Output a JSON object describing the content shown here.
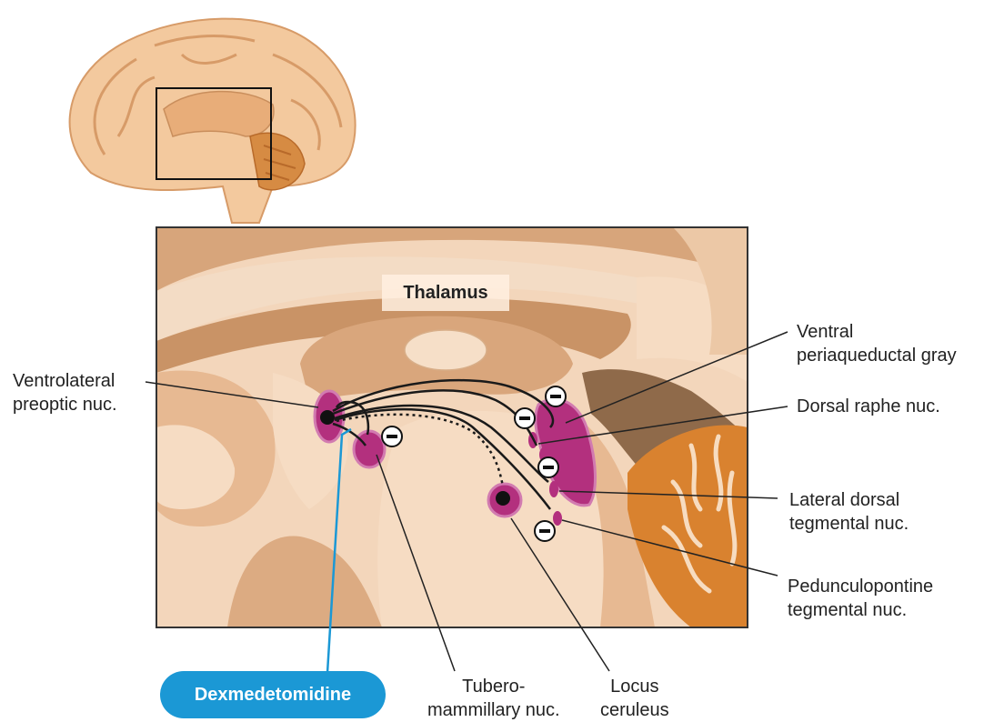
{
  "labels": {
    "thalamus": "Thalamus",
    "vlpo": [
      "Ventrolateral",
      "preoptic nuc."
    ],
    "vpag": [
      "Ventral",
      "periaqueductal gray"
    ],
    "dorsal_raphe": "Dorsal raphe nuc.",
    "ldt": [
      "Lateral dorsal",
      "tegmental nuc."
    ],
    "ppt": [
      "Pedunculopontine",
      "tegmental nuc."
    ],
    "tmn": [
      "Tubero-",
      "mammillary nuc."
    ],
    "lc": [
      "Locus",
      "ceruleus"
    ],
    "drug": "Dexmedetomidine"
  },
  "inhibition_symbol": "−",
  "colors": {
    "nucleus": "#b3307e",
    "nucleus_light": "#d27bb0",
    "drug": "#1b98d5",
    "tissue_dark": "#c99366",
    "tissue_mid": "#dfb28a",
    "tissue_light": "#f6dcc3",
    "cerebellum": "#d9822f"
  }
}
